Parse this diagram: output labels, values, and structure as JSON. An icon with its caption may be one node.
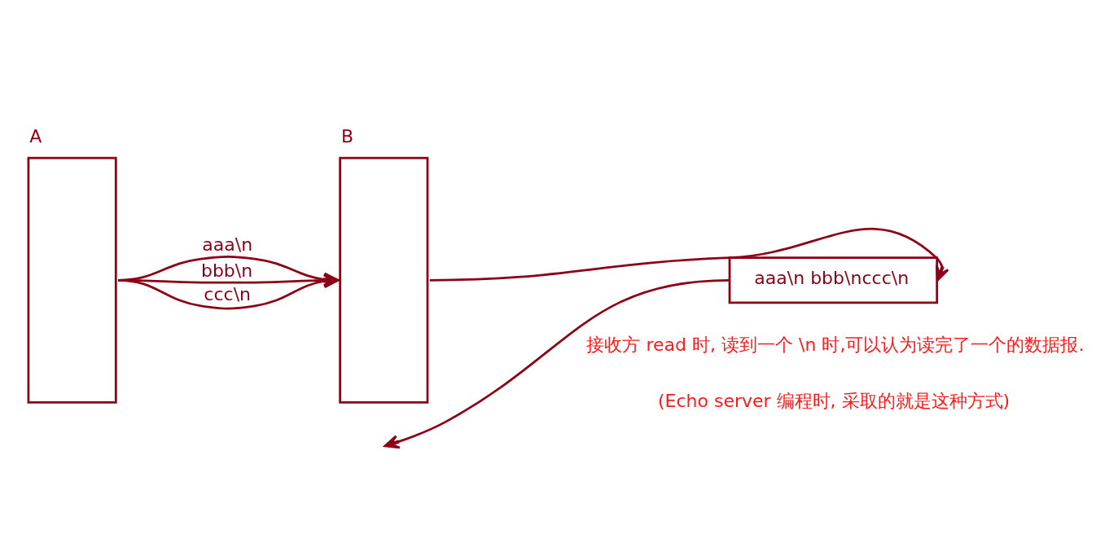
{
  "diagram": {
    "nodes": [
      {
        "text": [
          "A"
        ]
      },
      {
        "text": [
          "B"
        ]
      },
      {
        "text": [
          "aaa\\n bbb\\nccc\\n"
        ]
      }
    ],
    "edges": [
      {
        "from": 0,
        "to": 1,
        "arrow": "to",
        "label": "aaa\\n"
      },
      {
        "from": 0,
        "to": 1,
        "arrow": "to",
        "label": "bbb\\n"
      },
      {
        "from": 0,
        "to": 1,
        "arrow": "to",
        "label": "ccc\\n"
      },
      {
        "from": 1,
        "to": 2,
        "arrow": "to"
      },
      {
        "from": 2,
        "to": null,
        "arrow": "to"
      }
    ],
    "labels": [
      "接收方 read 时, 读到一个 \\n 时,可以认为读完了一个的数据报.",
      "(Echo server 编程时, 采取的就是这种方式)"
    ]
  }
}
